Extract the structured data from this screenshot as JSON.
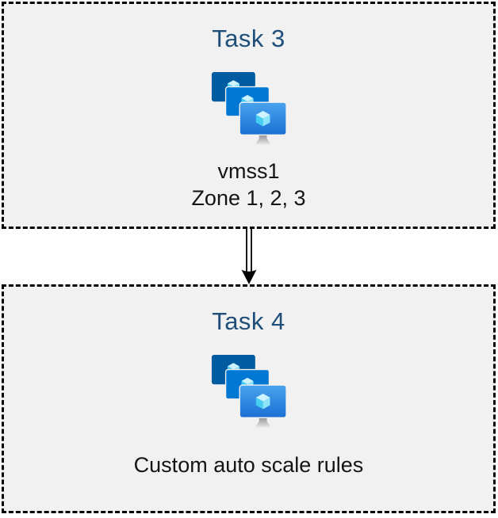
{
  "diagram": {
    "background": "#FFFFFF",
    "boxes": [
      {
        "title": "Task 3",
        "icon": "vmss-icon",
        "lines": [
          "vmss1",
          "Zone 1, 2, 3"
        ]
      },
      {
        "title": "Task 4",
        "icon": "vmss-icon",
        "lines": [
          "Custom auto scale rules"
        ]
      }
    ],
    "connector": {
      "type": "double-line-arrow",
      "direction": "down",
      "from": "Task 3",
      "to": "Task 4",
      "color": "#000000"
    },
    "colors": {
      "box_fill": "#F1F1F1",
      "box_border": "#000000",
      "title_text": "#1F4E79",
      "body_text": "#141414",
      "monitor_back": "#005BA1",
      "monitor_middle": "#0078D4",
      "monitor_front_top": "#4AA3EE",
      "monitor_front_bottom": "#1B6FD4",
      "cube_top": "#CDF3FE",
      "cube_left": "#45CDF2",
      "cube_right": "#8EE5FA",
      "stand_dark": "#9C9C9C",
      "stand_light": "#E9E9E9"
    }
  }
}
